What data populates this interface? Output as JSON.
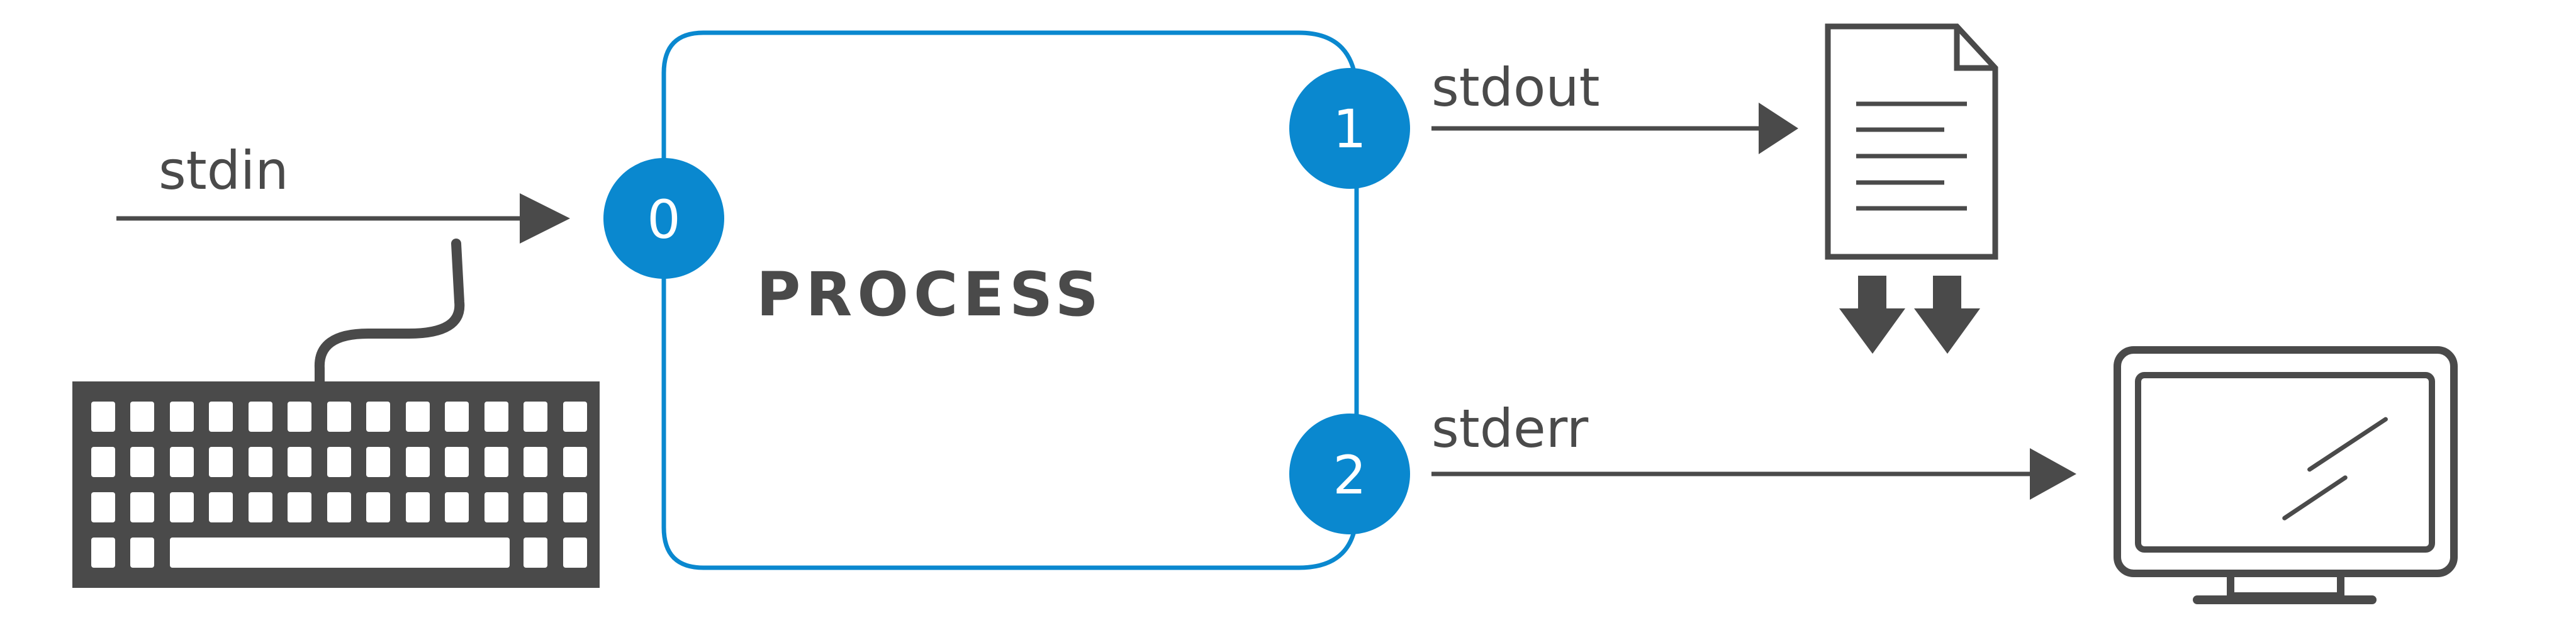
{
  "process": {
    "label": "PROCESS"
  },
  "streams": {
    "stdin": {
      "label": "stdin",
      "fd": "0"
    },
    "stdout": {
      "label": "stdout",
      "fd": "1"
    },
    "stderr": {
      "label": "stderr",
      "fd": "2"
    }
  },
  "devices": {
    "keyboard": "keyboard-icon",
    "file": "document-icon",
    "monitor": "monitor-icon"
  },
  "colors": {
    "accent": "#0a88cf",
    "ink": "#4a4a4a",
    "background": "#ffffff"
  }
}
